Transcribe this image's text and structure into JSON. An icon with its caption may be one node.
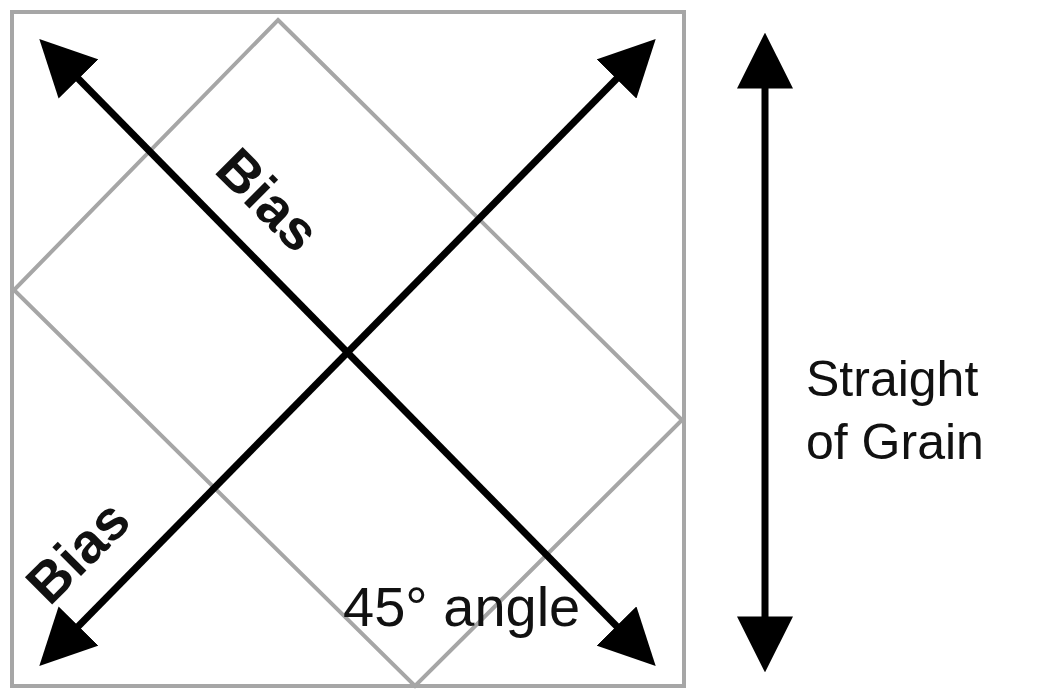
{
  "diagram": {
    "labels": [
      "Bias",
      "Straight of Grain",
      "Bias",
      "45° angle"
    ]
  }
}
